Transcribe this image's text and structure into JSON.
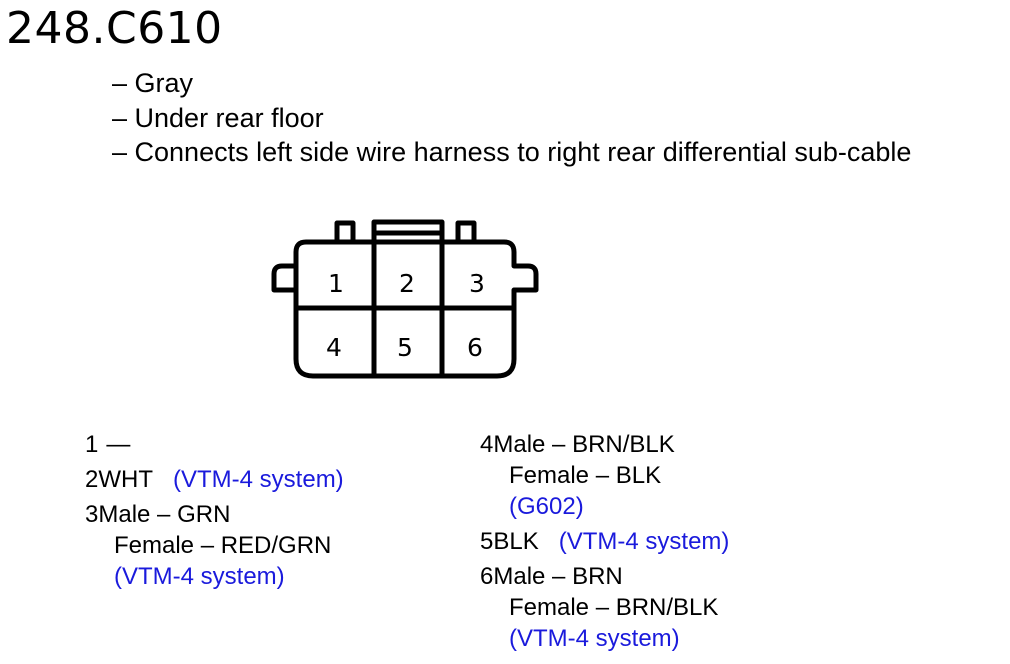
{
  "header": {
    "title": "248.C610",
    "details": [
      "– Gray",
      "– Under rear floor",
      "– Connects left side wire harness to right rear differential sub-cable"
    ]
  },
  "connector": {
    "pins_top": [
      "1",
      "2",
      "3"
    ],
    "pins_bottom": [
      "4",
      "5",
      "6"
    ]
  },
  "pinout": {
    "pin1": {
      "num": "1",
      "dash": "—"
    },
    "pin2": {
      "num": "2",
      "wire": "WHT",
      "link": "(VTM-4 system)"
    },
    "pin3": {
      "num": "3",
      "male": "Male – GRN",
      "female": "Female – RED/GRN",
      "link": "(VTM-4 system)"
    },
    "pin4": {
      "num": "4",
      "male": "Male – BRN/BLK",
      "female": "Female – BLK",
      "link": "(G602)"
    },
    "pin5": {
      "num": "5",
      "wire": "BLK",
      "link": "(VTM-4 system)"
    },
    "pin6": {
      "num": "6",
      "male": "Male – BRN",
      "female": "Female – BRN/BLK",
      "link": "(VTM-4 system)"
    }
  },
  "colors": {
    "link": "#1a1adc",
    "text": "#000000",
    "background": "#ffffff"
  }
}
